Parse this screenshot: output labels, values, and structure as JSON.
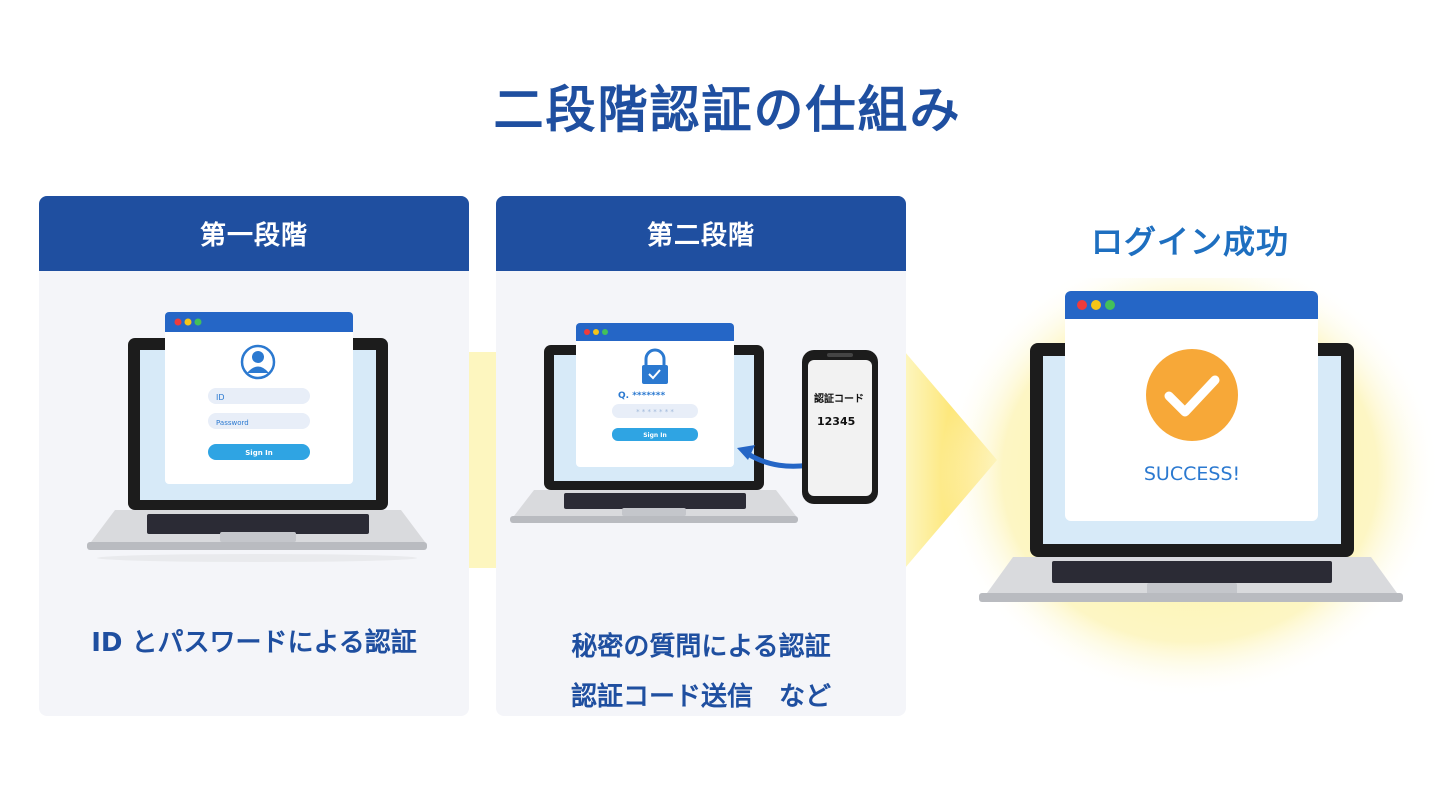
{
  "title": "二段階認証の仕組み",
  "step1": {
    "header": "第一段階",
    "caption": "ID とパスワードによる認証",
    "form": {
      "id_placeholder": "ID",
      "password_placeholder": "Password",
      "button": "Sign In"
    }
  },
  "step2": {
    "header": "第二段階",
    "caption_line1": "秘密の質問による認証",
    "caption_line2": "認証コード送信　など",
    "form": {
      "question_field": "Q. *******",
      "answer_field": "* * * * * * *",
      "button": "Sign In"
    },
    "phone": {
      "label": "認証コード",
      "code": "12345"
    }
  },
  "result": {
    "title": "ログイン成功",
    "message": "SUCCESS!"
  },
  "colors": {
    "primary": "#1f4fa0",
    "accent_blue": "#1e6fc0",
    "check_orange": "#f7a838",
    "panel_bg": "#f4f5f9",
    "arrow_yellow": "#fde35c"
  },
  "icons": [
    "user-icon",
    "lock-icon",
    "check-icon",
    "arrow-icon",
    "smartphone-icon"
  ]
}
